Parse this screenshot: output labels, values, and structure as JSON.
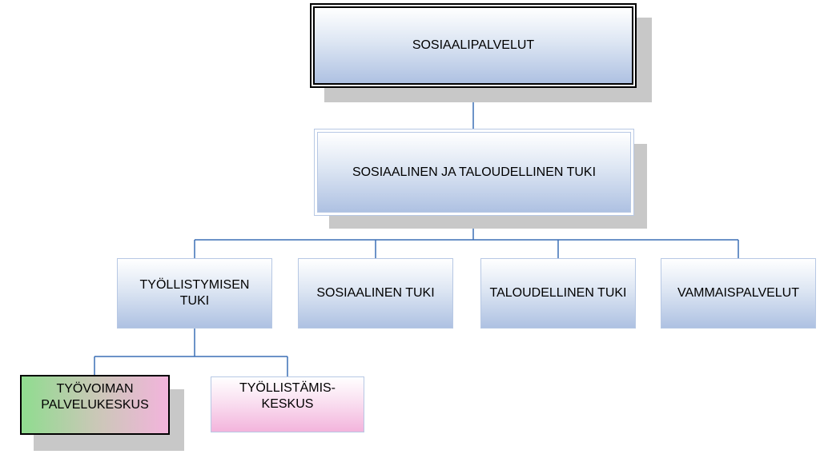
{
  "diagram": {
    "root": {
      "label": "SOSIAALIPALVELUT"
    },
    "level1": {
      "label": "SOSIAALINEN JA TALOUDELLINEN TUKI"
    },
    "level2": [
      {
        "label": "TYÖLLISTYMISEN\nTUKI"
      },
      {
        "label": "SOSIAALINEN TUKI"
      },
      {
        "label": "TALOUDELLINEN TUKI"
      },
      {
        "label": "VAMMAISPALVELUT"
      }
    ],
    "level3": [
      {
        "label": "TYÖVOIMAN\nPALVELUKESKUS"
      },
      {
        "label": "TYÖLLISTÄMIS-\nKESKUS"
      }
    ]
  },
  "colors": {
    "connector": "#3b6fb6",
    "box_gradient_top": "#ffffff",
    "box_gradient_bottom": "#aec1e2",
    "shadow": "#c8c8c8",
    "pink": "#f3b4dc",
    "green": "#8fdc8f"
  }
}
